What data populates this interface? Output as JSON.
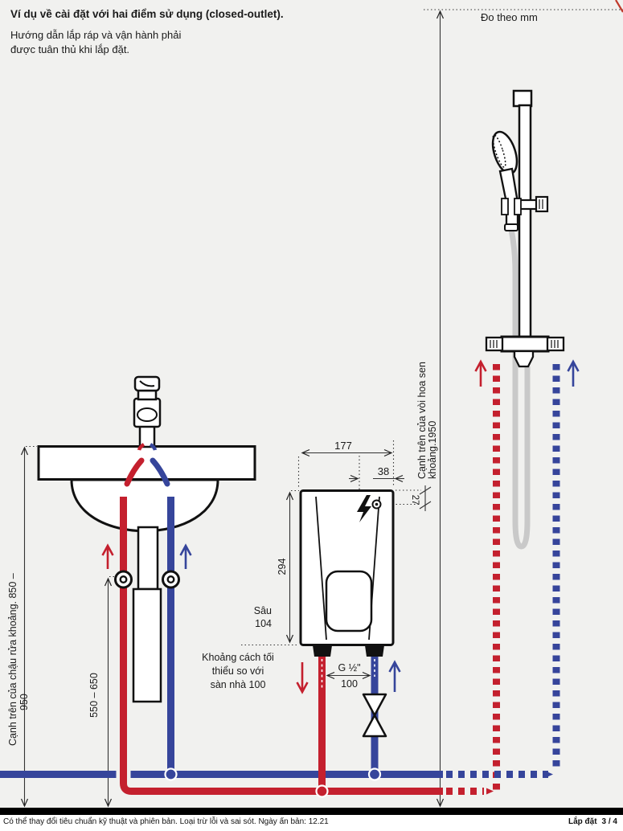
{
  "page": {
    "title": "Ví dụ về cài đặt với hai điểm sử dụng (closed-outlet).",
    "subtitle_line1": "Hướng dẫn lắp ráp và vận hành phải",
    "subtitle_line2": "được tuân thủ khi lắp đặt.",
    "measure_unit_note": "Đo theo mm"
  },
  "dimensions": {
    "heater_width": "177",
    "screw_top_offset": "38",
    "screw_side_offset": "27",
    "heater_height": "294",
    "depth_label": "Sâu",
    "depth_value": "104",
    "connection_thread": "G ½\"",
    "pipe_spacing": "100",
    "sink_pipe_height": "550 – 650",
    "sink_top_height_line1": "Cạnh trên của chậu rửa khoảng. 850 –",
    "sink_top_height_line2": "950",
    "shower_top_height_line1": "Cạnh trên của vòi hoa sen",
    "shower_top_height_line2": "khoảng.1950",
    "min_floor_clearance_line1": "Khoảng cách tối",
    "min_floor_clearance_line2": "thiểu so với",
    "min_floor_clearance_line3": "sàn nhà 100"
  },
  "colors": {
    "hot_water": "#c4202e",
    "cold_water": "#36459b",
    "hose": "#c9c9c9",
    "outline": "#111111"
  },
  "footer": {
    "note": "Có thể thay đổi tiêu chuẩn kỹ thuật và phiên bản. Loại trừ lỗi và sai sót. Ngày ấn bản: 12.21",
    "section": "Lắp đặt",
    "page": "3 / 4"
  }
}
